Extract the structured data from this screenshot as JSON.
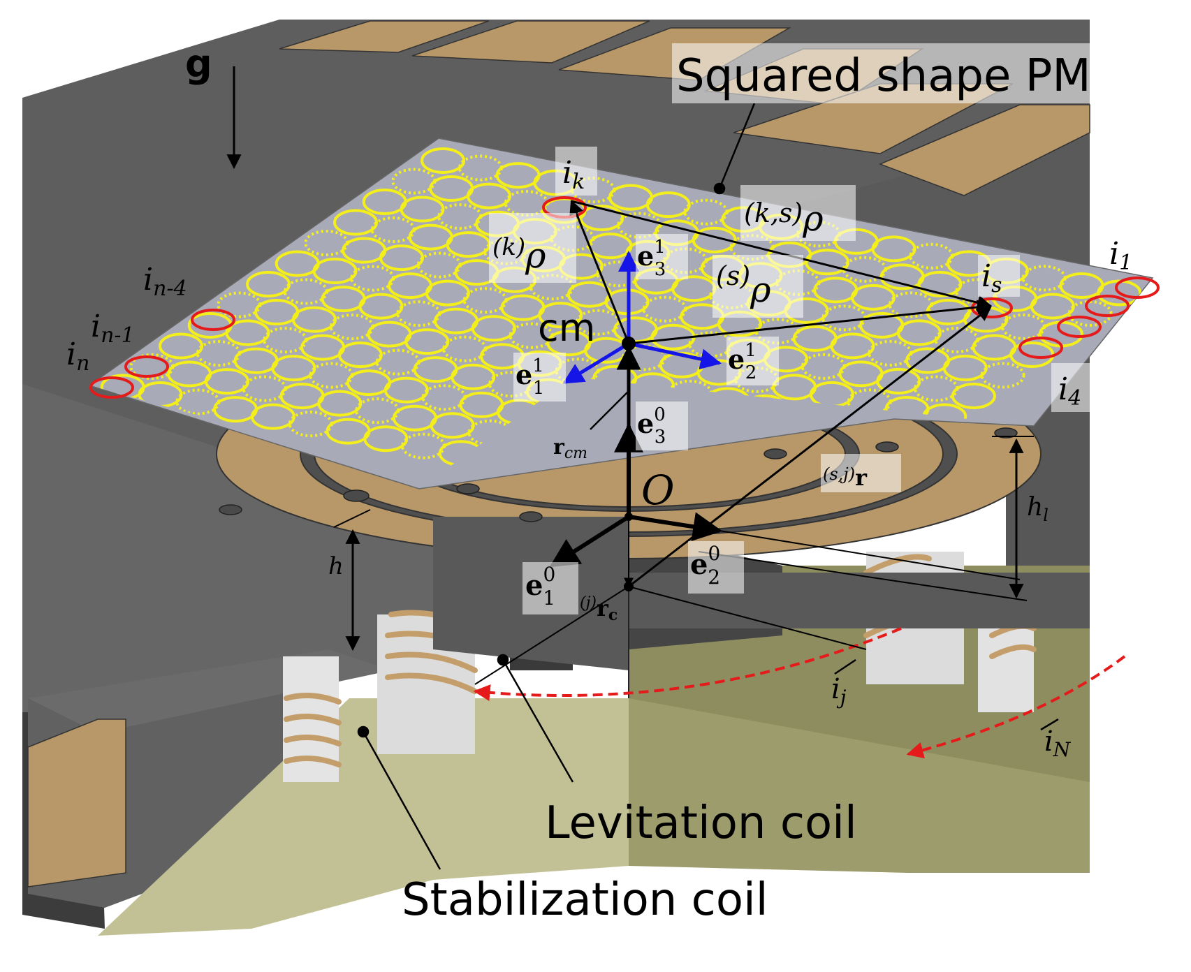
{
  "labels": {
    "gravity": "g",
    "pm": "Squared shape PM",
    "levitation": "Levitation coil",
    "stabilization": "Stabilization coil",
    "cm": "cm",
    "origin": "O",
    "h": "h",
    "h_l": "h",
    "h_l_sub": "l"
  },
  "currents": {
    "ik": "i",
    "ik_sub": "k",
    "i1": "i",
    "i1_sub": "1",
    "is": "i",
    "is_sub": "s",
    "i4": "i",
    "i4_sub": "4",
    "in": "i",
    "in_sub": "n",
    "in1": "i",
    "in1_sub": "n-1",
    "in4": "i",
    "in4_sub": "n-4",
    "ij": "i",
    "ij_sub": "j",
    "iN": "i",
    "iN_sub": "N"
  },
  "vectors": {
    "rho_k_pre": "(k)",
    "rho_k": "ρ",
    "rho_ks_pre": "(k,s)",
    "rho_ks": "ρ",
    "rho_s_pre": "(s)",
    "rho_s": "ρ",
    "r_cm": "r",
    "r_cm_sub": "cm",
    "r_sj_pre": "(s,j)",
    "r_sj": "r",
    "r_c_pre": "(j)",
    "r_c": "r",
    "r_c_sub": "c",
    "e": "e",
    "e1_1_sub": "1",
    "e1_1_sup": "1",
    "e2_1_sub": "2",
    "e2_1_sup": "1",
    "e3_1_sub": "3",
    "e3_1_sup": "1",
    "e1_0_sub": "1",
    "e1_0_sup": "0",
    "e2_0_sub": "2",
    "e2_0_sup": "0",
    "e3_0_sub": "3",
    "e3_0_sup": "0"
  },
  "colors": {
    "housing_top": "#5e5e5e",
    "housing_side": "#3f3f3f",
    "copper": "#b89868",
    "olive": "#8e8d60",
    "olive_light": "#c2c195",
    "plate": "#a8aab8",
    "coil_yellow": "#f4ef1a",
    "current_red": "#e51a1a",
    "axis_blue": "#1515e8"
  }
}
